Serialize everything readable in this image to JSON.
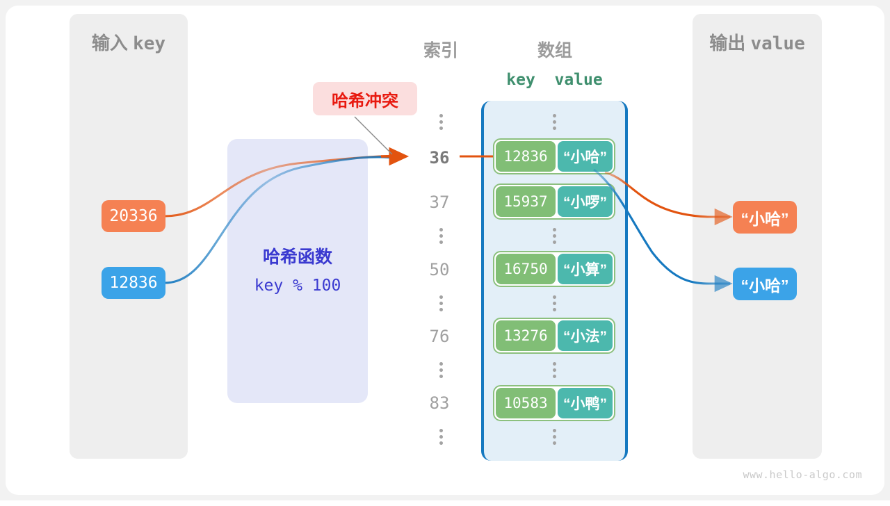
{
  "watermark": "www.hello-algo.com",
  "panels": {
    "input": {
      "title_cn": "输入 ",
      "title_mono": "key"
    },
    "output": {
      "title_cn": "输出 ",
      "title_mono": "value"
    }
  },
  "headers": {
    "index": "索引",
    "array": "数组",
    "kv": "key  value"
  },
  "hash_function": {
    "title": "哈希函数",
    "expression": "key % 100"
  },
  "collision": {
    "label": "哈希冲突"
  },
  "inputs": [
    {
      "key": "20336",
      "color": "#f58153"
    },
    {
      "key": "12836",
      "color": "#3ba3e8"
    }
  ],
  "outputs": [
    {
      "value": "“小哈”",
      "color": "#f58153"
    },
    {
      "value": "“小哈”",
      "color": "#3ba3e8"
    }
  ],
  "index_column": [
    {
      "type": "dots"
    },
    {
      "type": "index",
      "label": "36",
      "highlight": true
    },
    {
      "type": "index",
      "label": "37",
      "highlight": false
    },
    {
      "type": "dots"
    },
    {
      "type": "index",
      "label": "50",
      "highlight": false
    },
    {
      "type": "dots"
    },
    {
      "type": "index",
      "label": "76",
      "highlight": false
    },
    {
      "type": "dots"
    },
    {
      "type": "index",
      "label": "83",
      "highlight": false
    },
    {
      "type": "dots"
    }
  ],
  "buckets": [
    {
      "key": "12836",
      "value": "“小哈”"
    },
    {
      "key": "15937",
      "value": "“小啰”"
    },
    {
      "key": "16750",
      "value": "“小算”"
    },
    {
      "key": "13276",
      "value": "“小法”"
    },
    {
      "key": "10583",
      "value": "“小鸭”"
    }
  ],
  "colors": {
    "key_cell": "#81be76",
    "value_cell": "#4cb8ad",
    "cell_border": "#8cc07e",
    "array_fill": "#e3eff8",
    "array_border": "#1679c0",
    "hash_fill": "#e4e7f8",
    "hash_text": "#3a3ad0",
    "panel_fill": "#eeeeee",
    "collision_fill": "#fbdede",
    "collision_text": "#e8190f",
    "orange": "#f58153",
    "orange_line": "#e2530f",
    "blue": "#3ba3e8",
    "blue_line": "#1679c0"
  }
}
